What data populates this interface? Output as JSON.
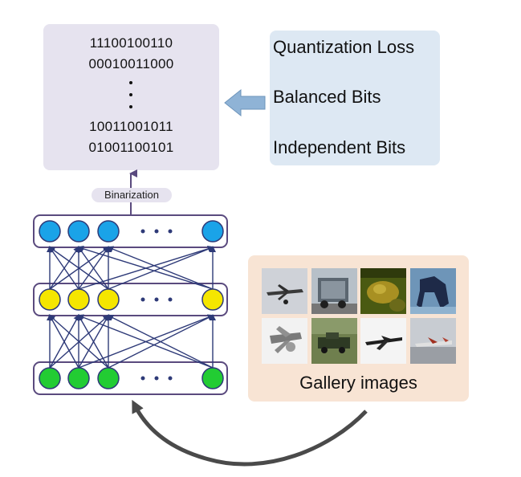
{
  "codes": {
    "top_lines": [
      "11100100110",
      "00010011000"
    ],
    "bottom_lines": [
      "10011001011",
      "01001100101"
    ]
  },
  "losses": {
    "items": [
      "Quantization Loss",
      "Balanced Bits",
      "Independent Bits"
    ]
  },
  "binarization_label": "Binarization",
  "gallery": {
    "label": "Gallery images",
    "thumbnails": [
      "airplane",
      "truck",
      "frog",
      "horse",
      "airplane",
      "truck",
      "airplane",
      "airplane"
    ]
  },
  "colors": {
    "output_nodes": "#1aa3e8",
    "hidden_nodes": "#f5e600",
    "input_nodes": "#22cc33",
    "connections": "#2e3a78",
    "layer_border": "#5a4a7e",
    "code_box": "#e6e3ef",
    "loss_box": "#dde8f3",
    "gallery_box": "#f8e4d4",
    "feedback_arrow": "#4a4a4a",
    "block_arrow": "#8fb3d6"
  }
}
